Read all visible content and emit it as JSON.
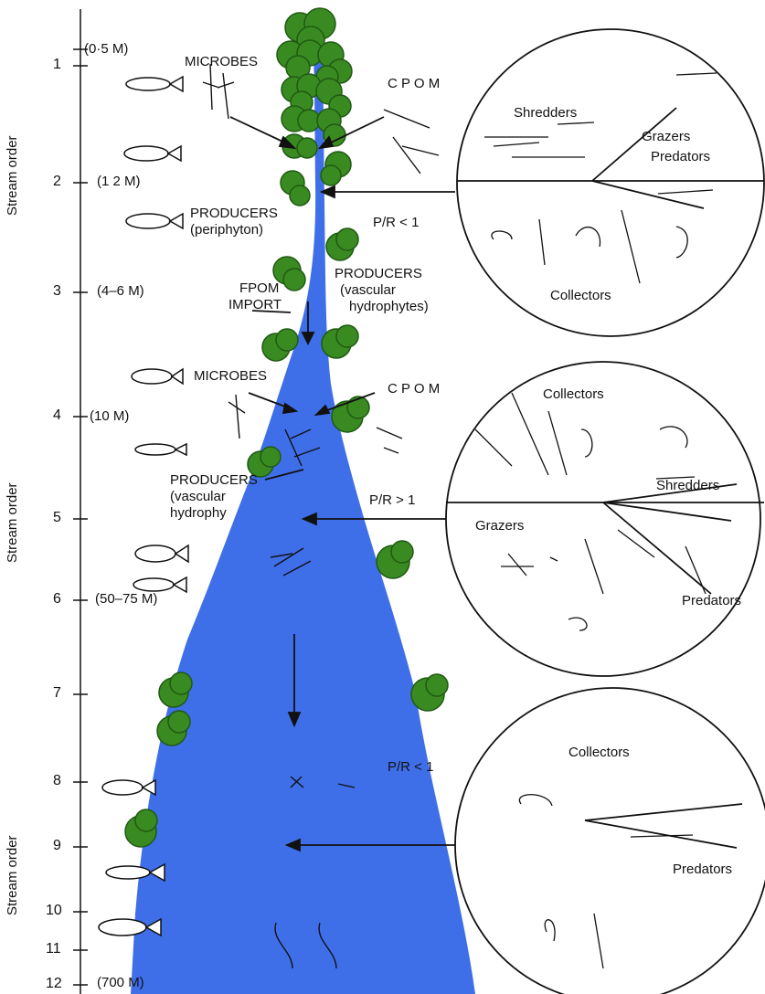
{
  "axis": {
    "side_label": "Stream order",
    "orders": [
      "1",
      "2",
      "3",
      "4",
      "5",
      "6",
      "7",
      "8",
      "9",
      "10",
      "11",
      "12"
    ],
    "widths": [
      "(0·5 M)",
      "(1 2 M)",
      "(4–6 M)",
      "(10 M)",
      "(50–75 M)",
      "(700 M)"
    ]
  },
  "labels": {
    "microbes_top": "MICROBES",
    "cpom_top": "C P O M",
    "producers_top": "PRODUCERS",
    "producers_top_sub": "(periphyton)",
    "pr_top": "P/R < 1",
    "fpom": "FPOM",
    "import": "IMPORT",
    "producers_vasc_top": "PRODUCERS",
    "producers_vasc_top_sub1": "(vascular",
    "producers_vasc_top_sub2": "hydrophytes)",
    "microbes_mid": "MICROBES",
    "cpom_mid": "C P O M",
    "producers_mid": "PRODUCERS",
    "producers_mid_sub1": "(vascular",
    "producers_mid_sub2": "hydrophy",
    "pr_mid": "P/R > 1",
    "pr_low": "P/R < 1"
  },
  "circles": {
    "top": {
      "a": "Shredders",
      "b": "Grazers",
      "c": "Predators",
      "d": "Collectors"
    },
    "mid": {
      "a": "Collectors",
      "b": "Shredders",
      "c": "Grazers",
      "d": "Predators"
    },
    "low": {
      "a": "Collectors",
      "b": "Predators"
    }
  },
  "colors": {
    "water": "#3f6fe8",
    "tree": "#3a8a22",
    "tree_dark": "#1f5a12",
    "ink": "#111111"
  }
}
